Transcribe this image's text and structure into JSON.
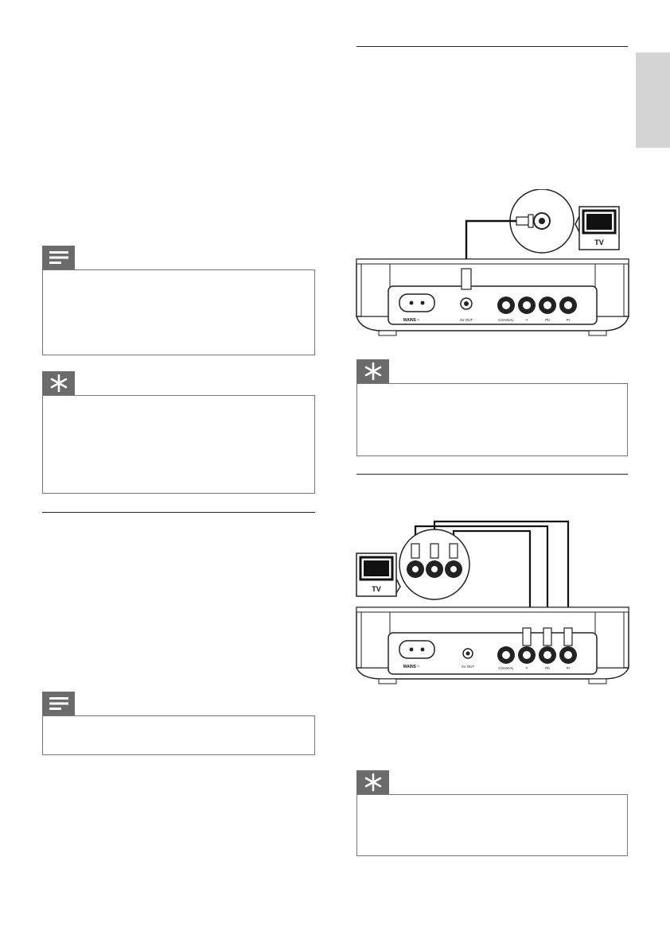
{
  "diagram_composite": {
    "rear_panel": {
      "mains_label": "MAINS ~",
      "av_out_label": "AV OUT",
      "coaxial_label": "COAXIAL",
      "y_label": "Y",
      "pb_label": "Pb",
      "pr_label": "Pr"
    },
    "tv_label": "TV"
  },
  "diagram_component": {
    "rear_panel": {
      "mains_label": "MAINS ~",
      "av_out_label": "AV OUT",
      "coaxial_label": "COAXIAL",
      "y_label": "Y",
      "pb_label": "Pb",
      "pr_label": "Pr"
    },
    "tv_label": "TV"
  },
  "colors": {
    "side_tab": "#d4d4d4",
    "badge": "#6b6b6b",
    "rule": "#222222",
    "box_border": "#777777"
  },
  "icons": {
    "note": "note-lines-icon",
    "tip": "asterisk-icon"
  }
}
